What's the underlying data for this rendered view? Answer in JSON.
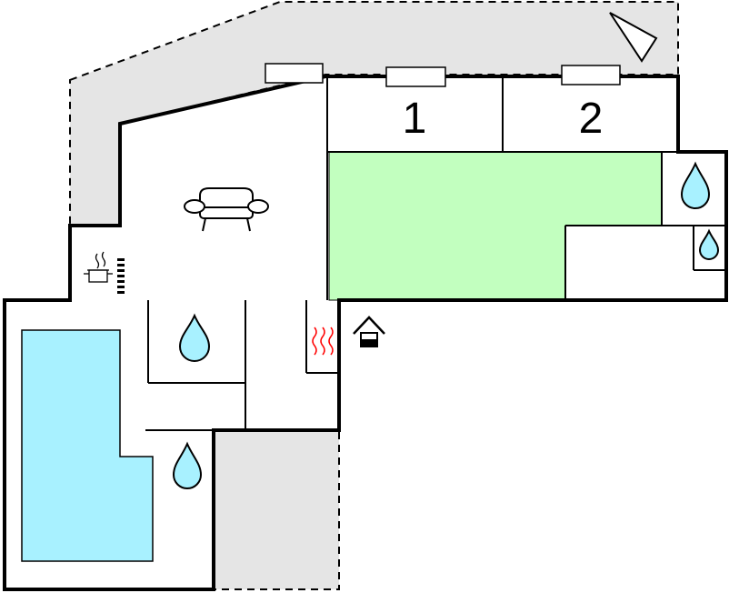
{
  "floorplan": {
    "rooms": [
      {
        "id": "bedroom-1",
        "label": "1"
      },
      {
        "id": "bedroom-2",
        "label": "2"
      }
    ],
    "icons": [
      "sofa-icon",
      "cooking-pot-icon",
      "water-drop-icon",
      "heater-icon",
      "entrance-icon",
      "north-arrow-icon",
      "window-icon"
    ],
    "colors": {
      "wall": "#000000",
      "terrace": "#e5e5e5",
      "garden": "#c2ffbf",
      "pool": "#a8f1ff",
      "water": "#a8f1ff",
      "heater": "#ff0000"
    }
  }
}
